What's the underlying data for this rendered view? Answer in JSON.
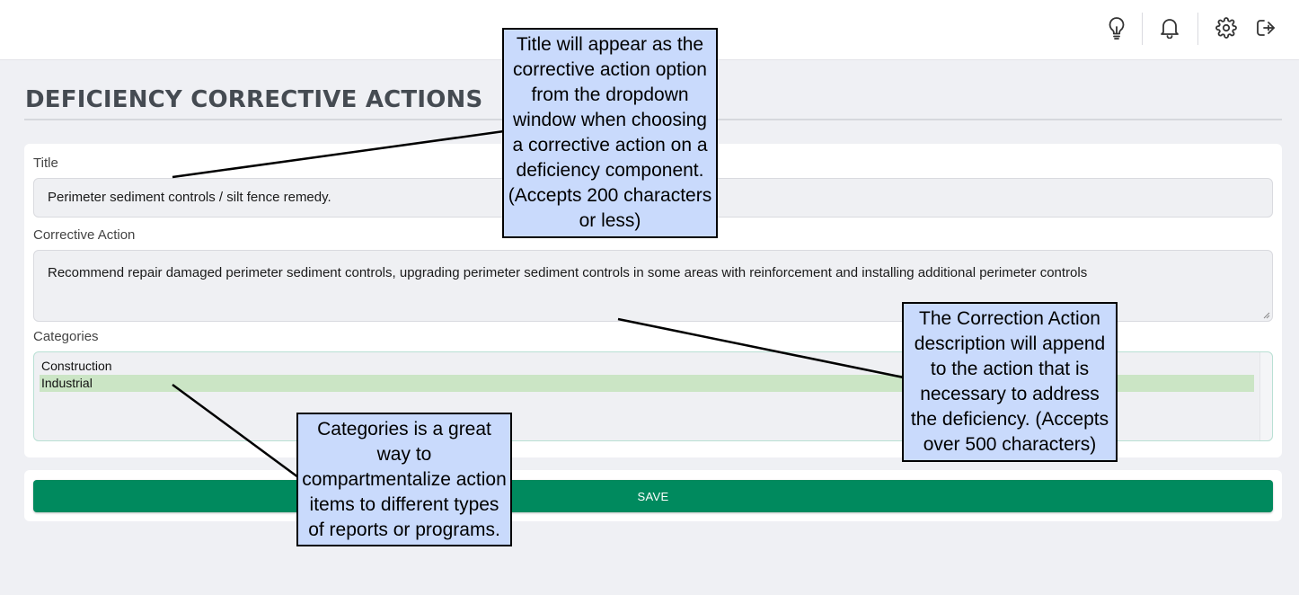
{
  "header": {
    "icons": [
      "lightbulb-icon",
      "bell-icon",
      "gear-icon",
      "logout-icon"
    ]
  },
  "page": {
    "title": "DEFICIENCY CORRECTIVE ACTIONS"
  },
  "form": {
    "title_label": "Title",
    "title_value": "Perimeter sediment controls / silt fence remedy.",
    "action_label": "Corrective Action",
    "action_value": "Recommend repair damaged perimeter sediment controls, upgrading perimeter sediment controls in some areas with reinforcement and installing additional perimeter controls",
    "categories_label": "Categories",
    "categories": [
      {
        "label": "Construction",
        "selected": false
      },
      {
        "label": "Industrial",
        "selected": true
      }
    ],
    "save_label": "SAVE"
  },
  "callouts": {
    "title_note": "Title will appear as the corrective action option from the dropdown window when choosing a corrective action on a deficiency component. (Accepts 200 characters or less)",
    "action_note": "The Correction Action description will append to the action that is necessary to address the deficiency. (Accepts over 500 characters)",
    "categories_note": "Categories is a great way to compartmentalize action items to different types of reports or programs."
  },
  "colors": {
    "save_button": "#008a5e",
    "selected_option": "#cbe5c5",
    "callout_fill": "#c9dafc"
  }
}
